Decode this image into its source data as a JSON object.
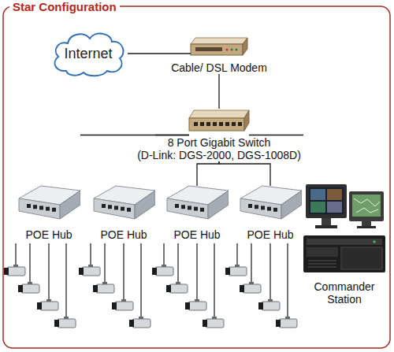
{
  "diagram": {
    "title": "Star Configuration",
    "nodes": [
      {
        "text": [
          "Internet"
        ]
      },
      {
        "text": [
          "Cable/ DSL Modem"
        ]
      },
      {
        "text": [
          "8 Port Gigabit Switch",
          "(D-Link: DGS-2000, DGS-1008D)"
        ]
      },
      {
        "text": [
          "POE Hub"
        ]
      },
      {
        "text": [
          "POE Hub"
        ]
      },
      {
        "text": [
          "POE Hub"
        ]
      },
      {
        "text": [
          "POE Hub"
        ]
      },
      {
        "text": [
          "Commander Station"
        ]
      }
    ],
    "edges": [
      {
        "from": 0,
        "to": 1,
        "arrow": "none"
      },
      {
        "from": 1,
        "to": 2,
        "arrow": "none"
      },
      {
        "from": 2,
        "to": 3,
        "arrow": "none"
      },
      {
        "from": 2,
        "to": 4,
        "arrow": "none"
      },
      {
        "from": 2,
        "to": 5,
        "arrow": "none"
      },
      {
        "from": 2,
        "to": 6,
        "arrow": "none"
      },
      {
        "from": 2,
        "to": 7,
        "arrow": "none"
      }
    ]
  }
}
